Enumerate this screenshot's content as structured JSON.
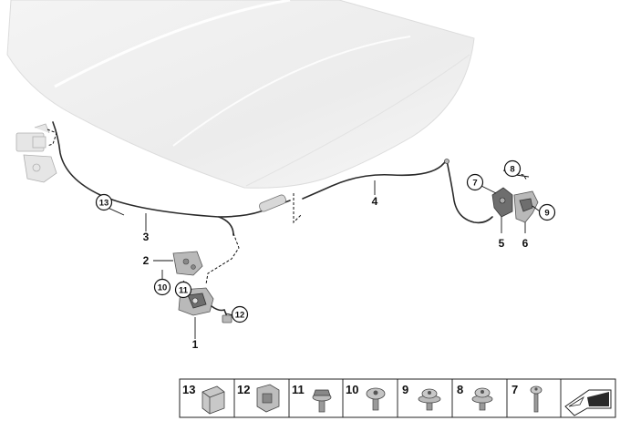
{
  "callouts": {
    "n1": "1",
    "n2": "2",
    "n3": "3",
    "n4": "4",
    "n5": "5",
    "n6": "6",
    "n7": "7",
    "n8": "8",
    "n9": "9",
    "n10": "10",
    "n11": "11",
    "n12": "12",
    "n13": "13"
  },
  "legend": {
    "cells": [
      {
        "num": "13",
        "icon": "cable-clip-icon"
      },
      {
        "num": "12",
        "icon": "clip-holder-icon"
      },
      {
        "num": "11",
        "icon": "hex-bolt-icon"
      },
      {
        "num": "10",
        "icon": "torx-screw-icon"
      },
      {
        "num": "9",
        "icon": "collar-screw-icon"
      },
      {
        "num": "8",
        "icon": "flange-bolt-icon"
      },
      {
        "num": "7",
        "icon": "fillister-screw-icon"
      },
      {
        "num": "",
        "icon": "direction-arrow-icon"
      }
    ]
  }
}
